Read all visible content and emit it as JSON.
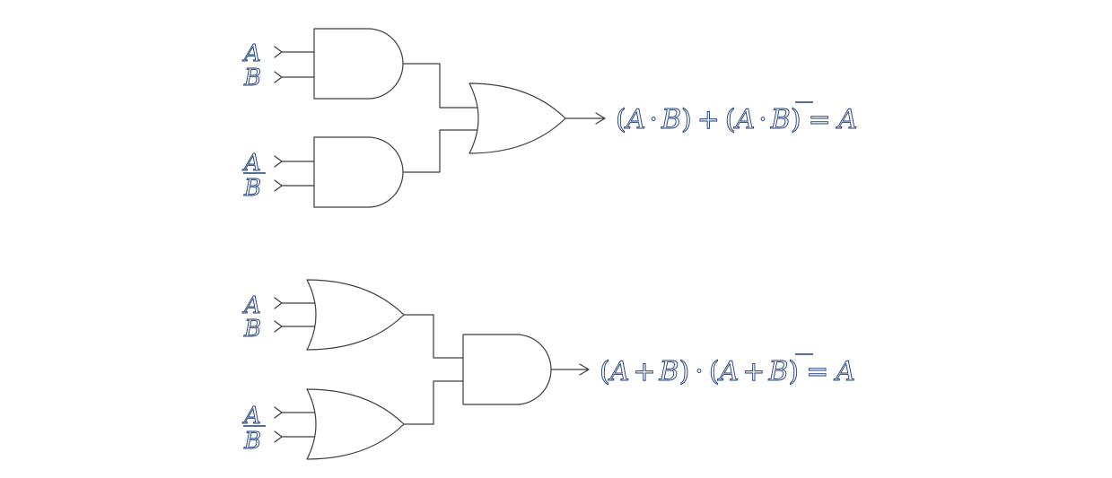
{
  "circuits": [
    {
      "inputs": [
        {
          "a": "A",
          "b": "B",
          "b_negated": false
        },
        {
          "a": "A",
          "b": "B",
          "b_negated": true
        }
      ],
      "first_gate": "AND",
      "final_gate": "OR",
      "equation": {
        "open1": "(",
        "t1a": "A",
        "op1": "·",
        "t1b": "B",
        "close1": ")",
        "join": "+",
        "open2": "(",
        "t2a": "A",
        "op2": "·",
        "t2b": "B",
        "close2": ")",
        "equals": "=",
        "result": "A"
      }
    },
    {
      "inputs": [
        {
          "a": "A",
          "b": "B",
          "b_negated": false
        },
        {
          "a": "A",
          "b": "B",
          "b_negated": true
        }
      ],
      "first_gate": "OR",
      "final_gate": "AND",
      "equation": {
        "open1": "(",
        "t1a": "A",
        "op1": "+",
        "t1b": "B",
        "close1": ")",
        "join": "·",
        "open2": "(",
        "t2a": "A",
        "op2": "+",
        "t2b": "B",
        "close2": ")",
        "equals": "=",
        "result": "A"
      }
    }
  ]
}
